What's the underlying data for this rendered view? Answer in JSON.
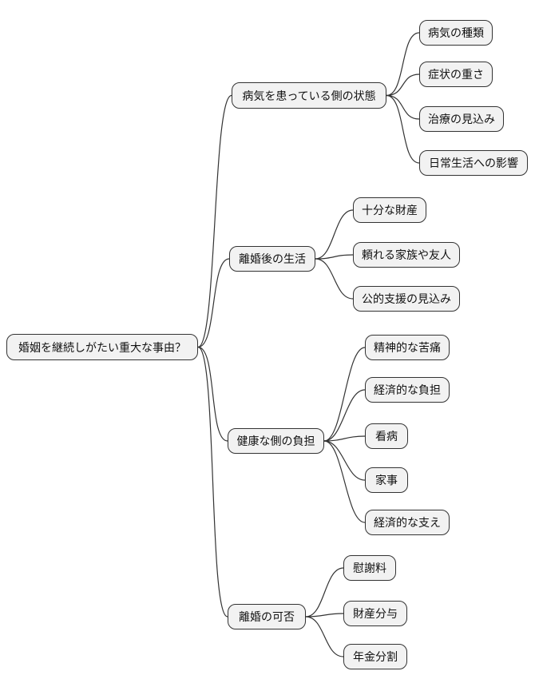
{
  "diagram": {
    "root": {
      "label": "婚姻を継続しがたい重大な事由？"
    },
    "branches": [
      {
        "label": "病気を患っている側の状態",
        "children": [
          {
            "label": "病気の種類"
          },
          {
            "label": "症状の重さ"
          },
          {
            "label": "治療の見込み"
          },
          {
            "label": "日常生活への影響"
          }
        ]
      },
      {
        "label": "離婚後の生活",
        "children": [
          {
            "label": "十分な財産"
          },
          {
            "label": "頼れる家族や友人"
          },
          {
            "label": "公的支援の見込み"
          }
        ]
      },
      {
        "label": "健康な側の負担",
        "children": [
          {
            "label": "精神的な苦痛"
          },
          {
            "label": "経済的な負担"
          },
          {
            "label": "看病"
          },
          {
            "label": "家事"
          },
          {
            "label": "経済的な支え"
          }
        ]
      },
      {
        "label": "離婚の可否",
        "children": [
          {
            "label": "慰謝料"
          },
          {
            "label": "財産分与"
          },
          {
            "label": "年金分割"
          }
        ]
      }
    ]
  },
  "colors": {
    "background": "#ffffff",
    "node_fill": "#f2f2f2",
    "node_border": "#333333",
    "connector": "#333333",
    "text": "#111111"
  }
}
